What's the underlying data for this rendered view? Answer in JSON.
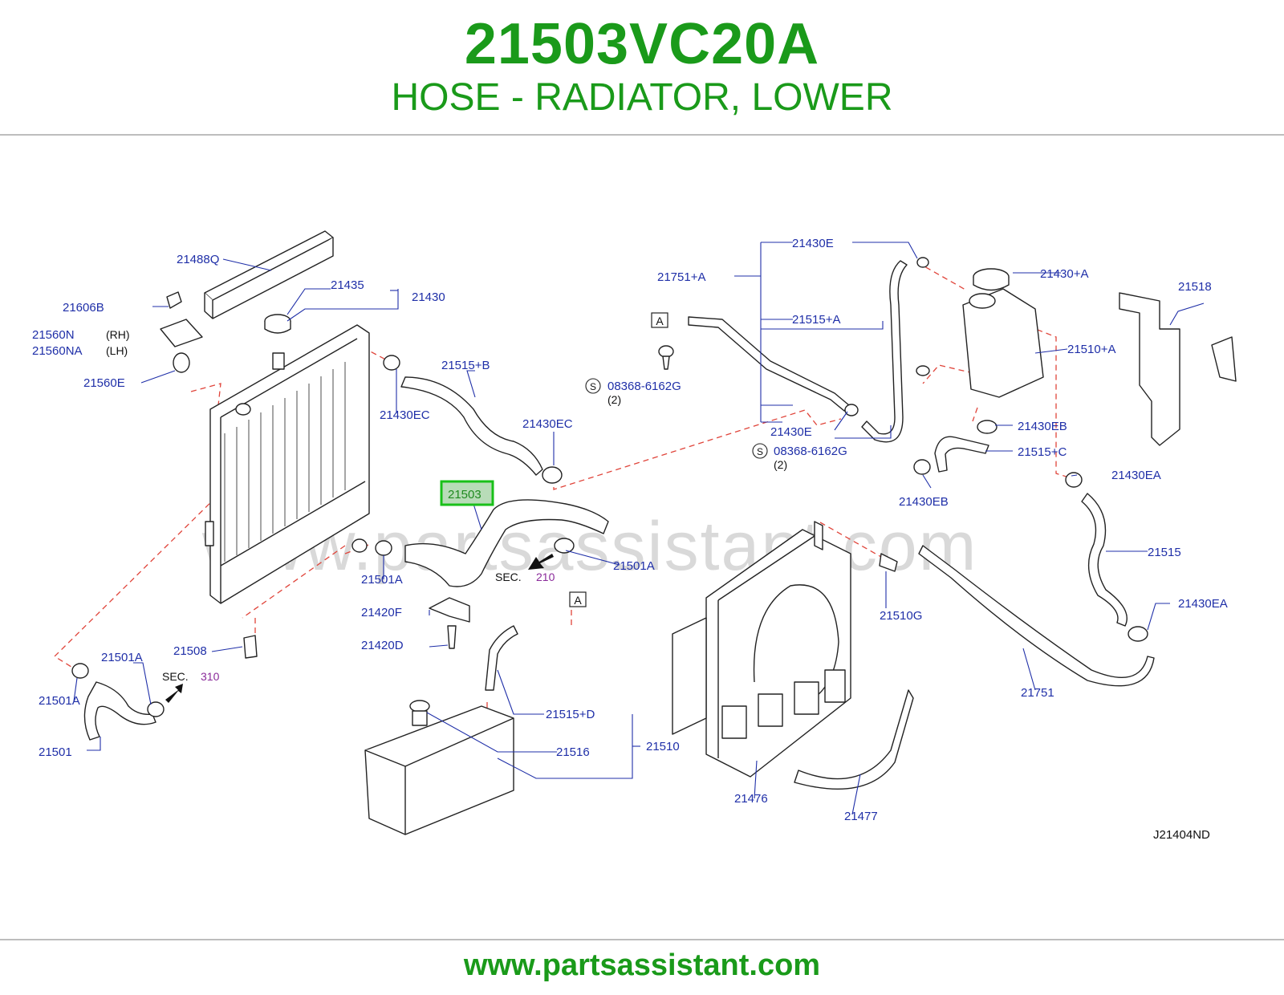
{
  "header": {
    "part_number": "21503VC20A",
    "part_name": "HOSE - RADIATOR, LOWER"
  },
  "footer": {
    "url": "www.partsassistant.com"
  },
  "watermark": "www.partsassistant.com",
  "diagram_code": "J21404ND",
  "colors": {
    "brand_green": "#1a9a1a",
    "callout_blue": "#1f2fa8",
    "section_purple": "#8a2a9a",
    "guide_red": "#e0443a",
    "highlight_box": "#19c019"
  },
  "labels": {
    "l21488Q": "21488Q",
    "l21435": "21435",
    "l21430": "21430",
    "l21606B": "21606B",
    "l21560N": "21560N",
    "l21560N_side": "(RH)",
    "l21560NA": "21560NA",
    "l21560NA_side": "(LH)",
    "l21560E": "21560E",
    "l21515B": "21515+B",
    "l21430EC_1": "21430EC",
    "l21430EC_2": "21430EC",
    "l21503": "21503",
    "l21501A_1": "21501A",
    "l21501A_2": "21501A",
    "l21501A_3": "21501A",
    "l21501A_4": "21501A",
    "l21420F": "21420F",
    "l21420D": "21420D",
    "l21508": "21508",
    "l21501": "21501",
    "l21515D": "21515+D",
    "l21516": "21516",
    "l21510": "21510",
    "l21476": "21476",
    "l21477": "21477",
    "l21510G": "21510G",
    "l21751": "21751",
    "l21515": "21515",
    "l21430EA_1": "21430EA",
    "l21430EA_2": "21430EA",
    "l21518": "21518",
    "l21430A": "21430+A",
    "l21510A": "21510+A",
    "l21430EB_1": "21430EB",
    "l21430EB_2": "21430EB",
    "l21515C": "21515+C",
    "l21430E_1": "21430E",
    "l21430E_2": "21430E",
    "l21751A": "21751+A",
    "l21515A": "21515+A",
    "l08368_1": "08368-6162G",
    "l08368_1_qty": "(2)",
    "l08368_2": "08368-6162G",
    "l08368_2_qty": "(2)",
    "screw_symbol": "S",
    "ref_A": "A",
    "sec_text": "SEC.",
    "sec_210": "210",
    "sec_310": "310"
  }
}
